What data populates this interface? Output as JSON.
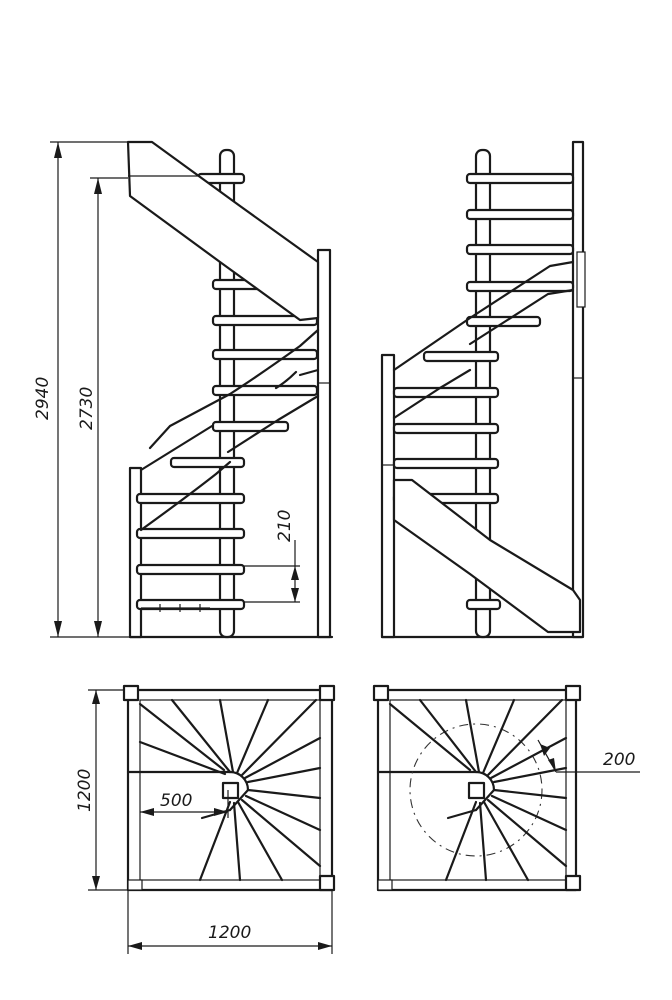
{
  "dimensions": {
    "total_height": "2940",
    "top_step_height": "2730",
    "riser_height": "210",
    "depth": "1200",
    "width": "1200",
    "inner_offset": "500",
    "step_width": "200"
  },
  "colors": {
    "line": "#1a1a1a",
    "background": "#ffffff"
  }
}
